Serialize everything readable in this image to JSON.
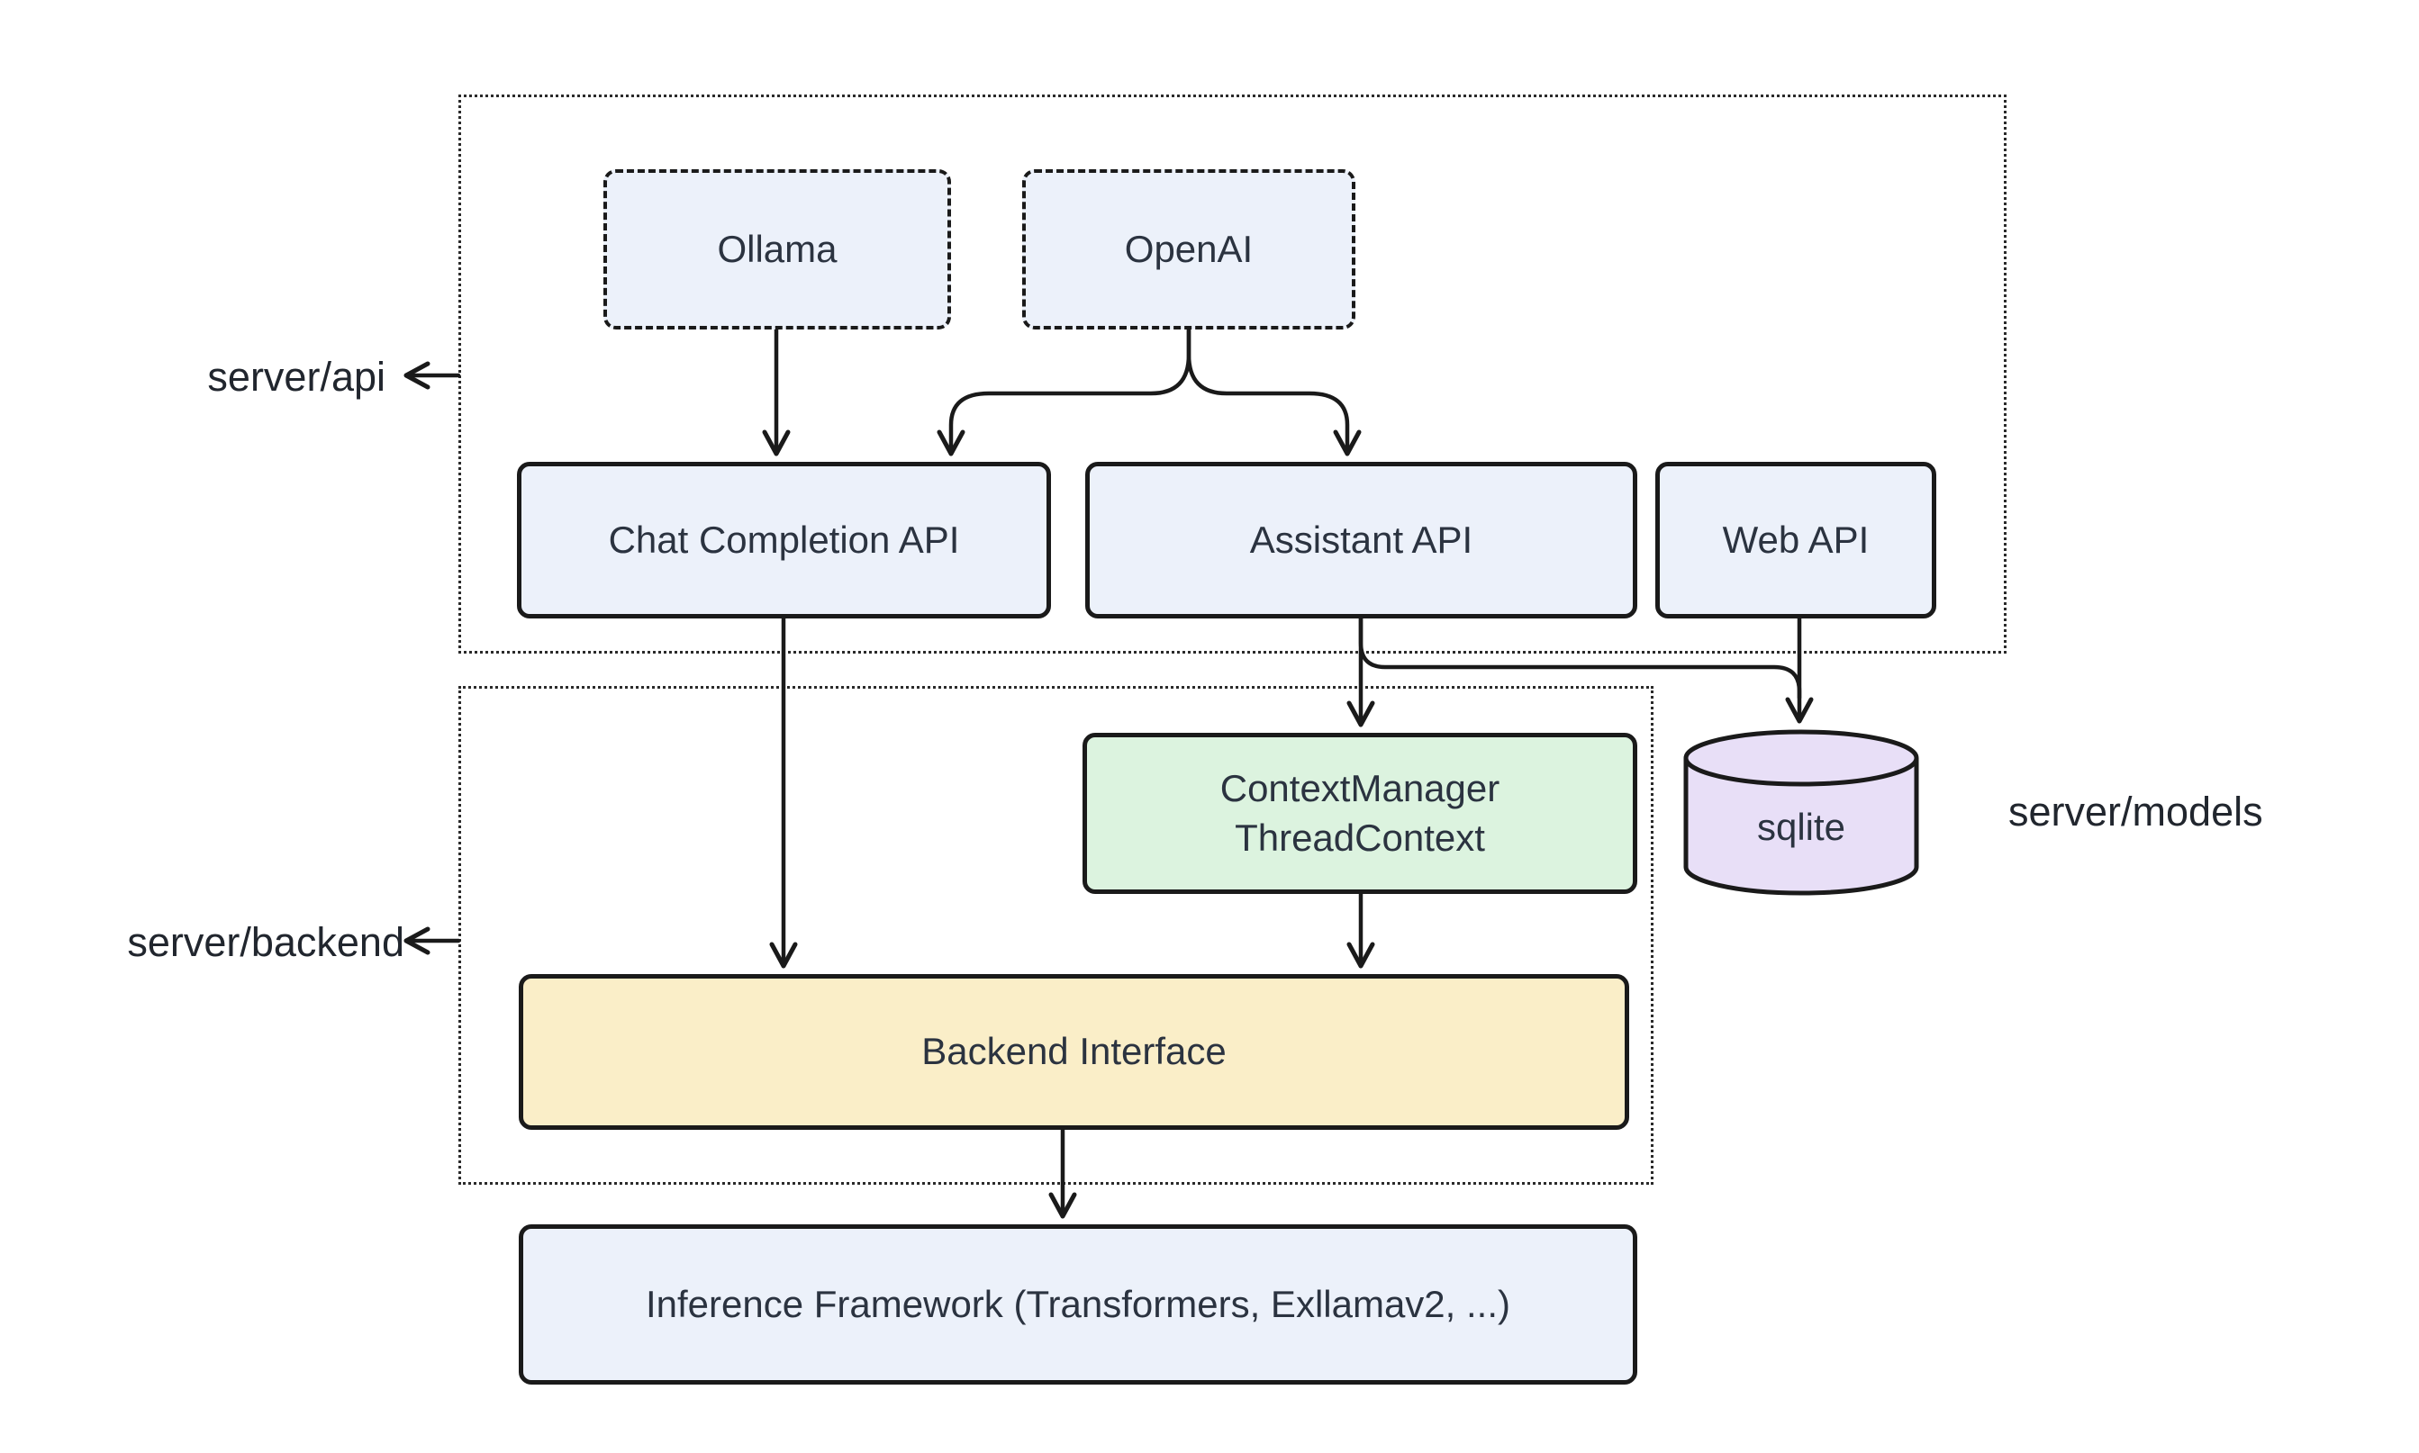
{
  "diagram": {
    "labels": {
      "server_api": "server/api",
      "server_backend": "server/backend",
      "server_models": "server/models"
    },
    "nodes": {
      "ollama": {
        "label": "Ollama"
      },
      "openai": {
        "label": "OpenAI"
      },
      "chat_completion_api": {
        "label": "Chat Completion API"
      },
      "assistant_api": {
        "label": "Assistant API"
      },
      "web_api": {
        "label": "Web API"
      },
      "context_manager": {
        "line1": "ContextManager",
        "line2": "ThreadContext"
      },
      "sqlite": {
        "label": "sqlite"
      },
      "backend_interface": {
        "label": "Backend Interface"
      },
      "inference_framework": {
        "label": "Inference Framework (Transformers, Exllamav2, ...)"
      }
    },
    "colors": {
      "background": "#ffffff",
      "node_fill_blue": "#ecf1fa",
      "node_fill_green": "#dcf3df",
      "node_fill_yellow": "#faeec8",
      "node_fill_purple": "#e8dff7",
      "border": "#1a1a1a",
      "text": "#2b3340"
    },
    "edges": [
      {
        "from": "Ollama",
        "to": "Chat Completion API"
      },
      {
        "from": "OpenAI",
        "to": "Chat Completion API"
      },
      {
        "from": "OpenAI",
        "to": "Assistant API"
      },
      {
        "from": "Chat Completion API",
        "to": "Backend Interface"
      },
      {
        "from": "Assistant API",
        "to": "ContextManager ThreadContext"
      },
      {
        "from": "Assistant API",
        "to": "sqlite"
      },
      {
        "from": "Web API",
        "to": "sqlite"
      },
      {
        "from": "ContextManager ThreadContext",
        "to": "Backend Interface"
      },
      {
        "from": "Backend Interface",
        "to": "Inference Framework (Transformers, Exllamav2, ...)"
      }
    ]
  }
}
